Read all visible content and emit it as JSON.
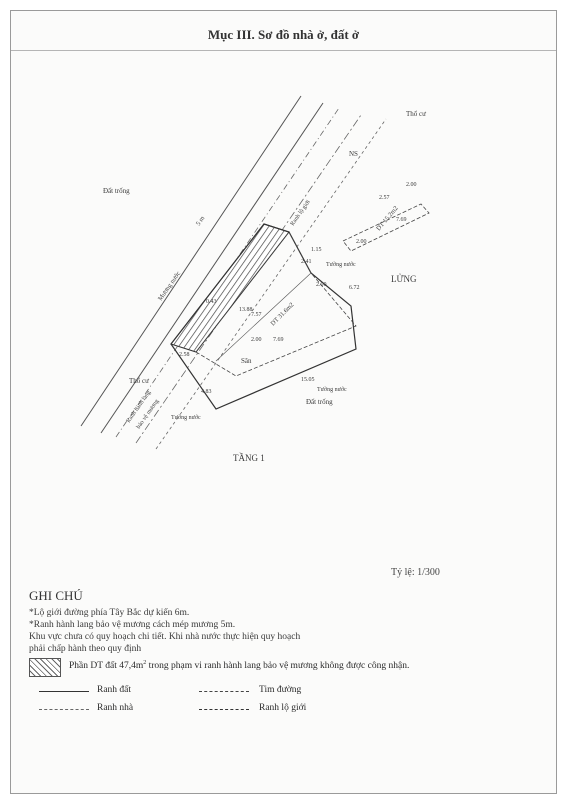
{
  "title": "Mục III. Sơ đồ nhà ở, đất ở",
  "plan": {
    "labels": {
      "dat_trong_top": "Đất trống",
      "tho_cu_top": "Thổ cư",
      "tho_cu_left": "Thổ cư",
      "ns": "NS",
      "muong_nuoc": "Mương nước",
      "five_m": "5 m",
      "ranh_lo_gioi": "Ranh lộ giới",
      "ranh_hanh_lang": "Ranh hành lang",
      "bao_ve_muong": "bảo vệ mương",
      "tuong_nuoc_right": "Tường nước",
      "tuong_nuoc_bottom": "Tường nước",
      "tuong_nuoc_left": "Tường nước",
      "dat_trong_bottom": "Đất trống",
      "san": "Sân",
      "lung": "LỬNG",
      "tang1": "TẦNG 1",
      "dt_main": "DT 31.6m2",
      "dt_lung": "DT 15.2m2"
    },
    "dims": {
      "d1": "1.15",
      "d2": "2.41",
      "d3": "2.00",
      "d4": "6.72",
      "d5": "7.57",
      "d6": "7.69",
      "d7": "2.00",
      "d8": "15.05",
      "d9": "4.83",
      "d10": "2.58",
      "d11": "0.43",
      "d12": "13.88",
      "d13": "2.57",
      "d14": "7.69",
      "d15": "2.00",
      "d16": "2.00"
    }
  },
  "scale": "Tỷ lệ: 1/300",
  "notes": {
    "heading": "GHI CHÚ",
    "lines": [
      "*Lộ giới đường phía Tây Bắc dự kiến 6m.",
      "*Ranh hành lang bảo vệ mương cách mép mương 5m.",
      "Khu vực chưa có quy hoạch chi tiết. Khi nhà nước thực hiện quy hoạch",
      "phải chấp hành theo quy định"
    ],
    "hatch_prefix": "Phần DT đất 47,4m",
    "hatch_sup": "2",
    "hatch_suffix": " trong phạm vi ranh hành lang bảo vệ mương không được công nhận."
  },
  "legend": {
    "ranh_dat": "Ranh đất",
    "tim_duong": "Tim đường",
    "ranh_nha": "Ranh nhà",
    "ranh_lo_gioi": "Ranh lộ giới"
  }
}
